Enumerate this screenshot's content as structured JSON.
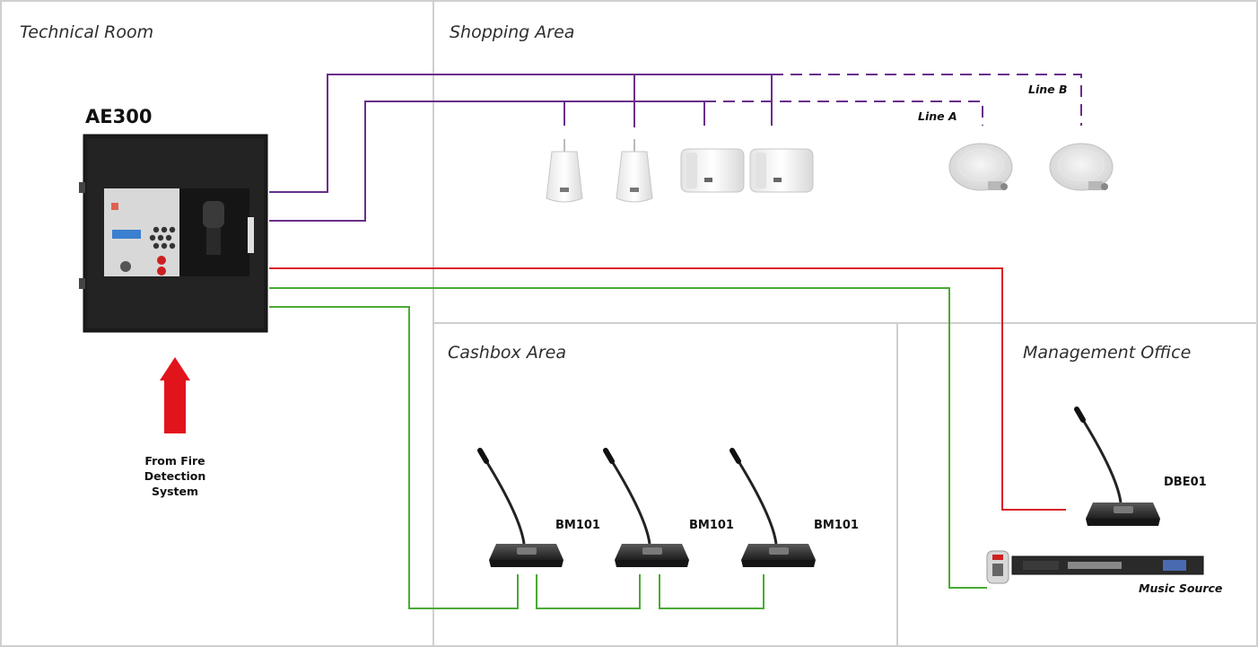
{
  "areas": {
    "technical_room": "Technical Room",
    "shopping_area": "Shopping Area",
    "cashbox_area": "Cashbox Area",
    "management_office": "Management Office"
  },
  "devices": {
    "main_unit": "AE300",
    "paging_mic": "BM101",
    "desk_mic": "DBE01",
    "music_source": "Music Source"
  },
  "lines": {
    "line_a": "Line A",
    "line_b": "Line B"
  },
  "fire": {
    "line1": "From Fire",
    "line2": "Detection",
    "line3": "System"
  },
  "colors": {
    "speaker_line": "#6a2e8a",
    "fire_line": "#d9202a",
    "mic_line": "#4aaa35",
    "fire_arrow": "#e1141c",
    "wall": "#d0d0d0"
  }
}
